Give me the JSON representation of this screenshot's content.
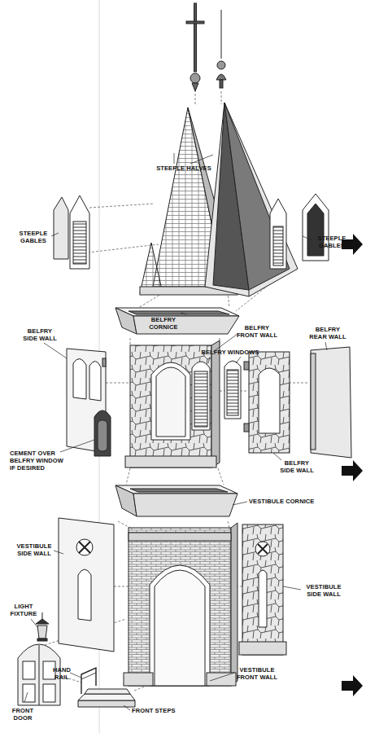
{
  "diagram": {
    "labels": [
      "STEEPLE HALVES",
      "STEEPLE GABLES",
      "STEEPLE GABLES",
      "BELFRY CORNICE",
      "BELFRY SIDE WALL",
      "BELFRY FRONT WALL",
      "BELFRY REAR WALL",
      "BELFRY WINDOWS",
      "CEMENT OVER BELFRY WINDOW IF DESIRED",
      "BELFRY SIDE WALL",
      "VESTIBULE CORNICE",
      "VESTIBULE SIDE WALL",
      "LIGHT FIXTURE",
      "VESTIBULE SIDE WALL",
      "HAND RAIL",
      "VESTIBULE FRONT WALL",
      "FRONT DOOR",
      "FRONT STEPS"
    ]
  }
}
